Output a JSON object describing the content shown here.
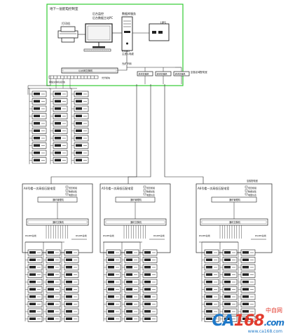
{
  "control_room": {
    "title": "地下一层配电控制室",
    "printer_label": "打印机",
    "workstation_label": "后台监控\n后台数据主站PC",
    "server_label": "数据库服务",
    "ups_label": "UPS",
    "cable_note": "RS485\n主进入电缆",
    "bus_label": "光纤环网",
    "switch_label": "以太网交换机",
    "switch_caption": "网络交换机(接线)",
    "gateway_labels": [
      "通讯管理机",
      "通讯管理机",
      "通讯管理机"
    ],
    "right_note": "至各区域配电室"
  },
  "substations": [
    {
      "title": "A4号楼一次高低压配电室",
      "switch_label": "通讯交换机",
      "gateway_label": "通讯管理机",
      "left_bus": "RS485总线",
      "right_bus": "RS485总线",
      "side_labels": [
        "低压柜组",
        "数据采集",
        "电量仪表"
      ]
    },
    {
      "title": "A5号楼一次高低压配电室",
      "switch_label": "通讯交换机",
      "gateway_label": "通讯管理机",
      "left_bus": "RS485总线",
      "right_bus": "RS485总线",
      "side_labels": [
        "低压柜组",
        "数据采集",
        "电量仪表"
      ]
    },
    {
      "title": "A6号楼一次高低压配电室",
      "switch_label": "通讯交换机",
      "gateway_label": "通讯管理机",
      "left_bus": "RS485总线",
      "right_bus": "RS485总线",
      "side_labels": [
        "低压柜组",
        "数据采集",
        "电量仪表"
      ],
      "top_note": "至各配电室"
    }
  ],
  "watermark": {
    "part1": "CA",
    "part2": "168",
    "suffix": ".com",
    "cn": "中自网",
    "url": "www.ca168.com"
  },
  "colors": {
    "frame": "#33cc33",
    "line": "#222222",
    "watermark_blue": "#1e78c8",
    "watermark_red": "#e23a2d"
  }
}
